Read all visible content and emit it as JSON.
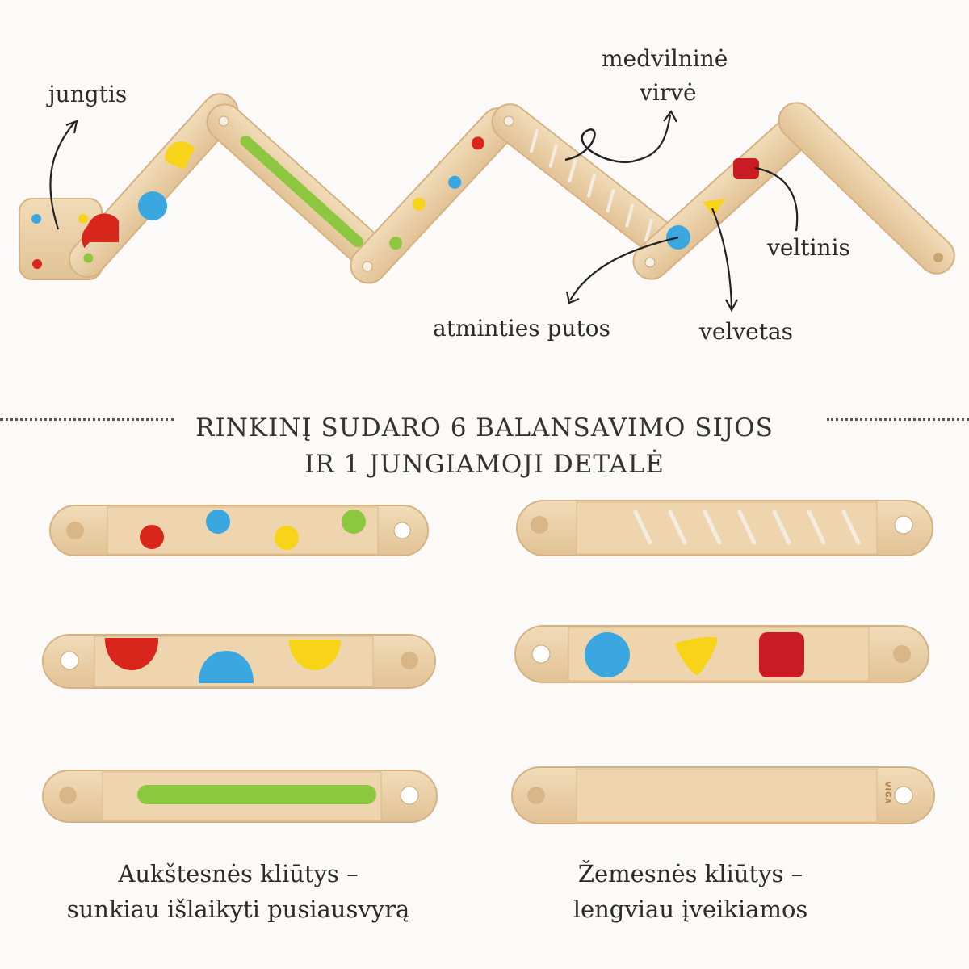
{
  "labels": {
    "connector": "jungtis",
    "rope_line1": "medvilninė",
    "rope_line2": "virvė",
    "felt": "veltinis",
    "memory_foam": "atminties putos",
    "velvet": "velvetas"
  },
  "heading": {
    "line1": "RINKINĮ SUDARO 6 BALANSAVIMO SIJOS",
    "line2": "IR 1 JUNGIAMOJI DETALĖ"
  },
  "captions": {
    "left_line1": "Aukštesnės kliūtys –",
    "left_line2": "sunkiau išlaikyti pusiausvyrą",
    "right_line1": "Žemesnės kliūtys –",
    "right_line2": "lengviau įveikiamos"
  },
  "brand_mark": "VIGA",
  "colors": {
    "wood": "#ecd2aa",
    "wood_dark": "#d8b788",
    "red": "#d8261d",
    "blue": "#3aa7e0",
    "yellow": "#f7d417",
    "green": "#8dc63f",
    "felt_red": "#c81b24"
  }
}
